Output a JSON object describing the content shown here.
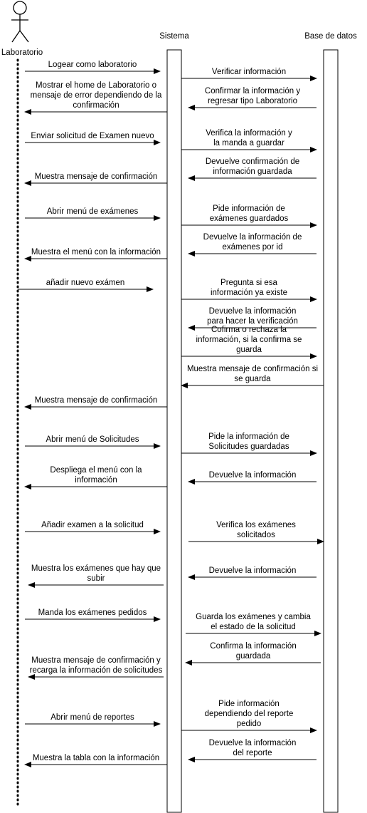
{
  "actors": {
    "lab": "Laboratorio",
    "sys": "Sistema",
    "db": "Base de datos"
  },
  "messages": [
    {
      "from": "lab",
      "to": "sys",
      "lines": [
        "Logear como laboratorio"
      ]
    },
    {
      "from": "sys",
      "to": "db",
      "lines": [
        "Verificar información"
      ]
    },
    {
      "from": "db",
      "to": "sys",
      "lines": [
        "Confirmar la información y",
        "regresar tipo Laboratorio"
      ]
    },
    {
      "from": "sys",
      "to": "lab",
      "lines": [
        "Mostrar el home de Laboratorio o",
        "mensaje de error dependiendo de la",
        "confirmación"
      ]
    },
    {
      "from": "lab",
      "to": "sys",
      "lines": [
        "Enviar solicitud de Examen nuevo"
      ]
    },
    {
      "from": "sys",
      "to": "db",
      "lines": [
        "Verifica la información y",
        "la manda a guardar"
      ]
    },
    {
      "from": "db",
      "to": "sys",
      "lines": [
        "Devuelve confirmación de",
        "información guardada"
      ]
    },
    {
      "from": "sys",
      "to": "lab",
      "lines": [
        "Muestra mensaje de confirmación"
      ]
    },
    {
      "from": "lab",
      "to": "sys",
      "lines": [
        "Abrir menú de exámenes"
      ]
    },
    {
      "from": "sys",
      "to": "db",
      "lines": [
        "Pide información de",
        "exámenes guardados"
      ]
    },
    {
      "from": "db",
      "to": "sys",
      "lines": [
        "Devuelve la información de",
        "exámenes por id"
      ]
    },
    {
      "from": "sys",
      "to": "lab",
      "lines": [
        "Muestra el menú con la información"
      ]
    },
    {
      "from": "lab",
      "to": "sys",
      "lines": [
        "añadir nuevo exámen"
      ]
    },
    {
      "from": "sys",
      "to": "db",
      "lines": [
        "Pregunta si esa",
        "información ya existe"
      ]
    },
    {
      "from": "db",
      "to": "sys",
      "lines": [
        "Devuelve la información",
        "para hacer la verificación"
      ]
    },
    {
      "from": "sys",
      "to": "db",
      "lines": [
        "Cofirma o rechaza la",
        "información, si la confirma se",
        "guarda"
      ]
    },
    {
      "from": "db",
      "to": "sys",
      "lines": [
        "Muestra mensaje de confirmación si",
        "se guarda"
      ]
    },
    {
      "from": "sys",
      "to": "lab",
      "lines": [
        "Muestra mensaje de confirmación"
      ]
    },
    {
      "from": "lab",
      "to": "sys",
      "lines": [
        "Abrir menú de Solicitudes"
      ]
    },
    {
      "from": "sys",
      "to": "db",
      "lines": [
        "Pide la información de",
        "Solicitudes guardadas"
      ]
    },
    {
      "from": "db",
      "to": "sys",
      "lines": [
        "Devuelve la información"
      ]
    },
    {
      "from": "sys",
      "to": "lab",
      "lines": [
        "Despliega el menú con la",
        "información"
      ]
    },
    {
      "from": "lab",
      "to": "sys",
      "lines": [
        "Añadir examen a la solicitud"
      ]
    },
    {
      "from": "sys",
      "to": "db",
      "lines": [
        "Verifica los exámenes",
        "solicitados"
      ]
    },
    {
      "from": "db",
      "to": "sys",
      "lines": [
        "Devuelve la información"
      ]
    },
    {
      "from": "sys",
      "to": "lab",
      "lines": [
        "Muestra los exámenes que hay que",
        "subir"
      ]
    },
    {
      "from": "lab",
      "to": "sys",
      "lines": [
        "Manda los exámenes pedidos"
      ]
    },
    {
      "from": "sys",
      "to": "db",
      "lines": [
        "Guarda los exámenes y cambia",
        "el estado de la solicitud"
      ]
    },
    {
      "from": "db",
      "to": "sys",
      "lines": [
        "Confirma la información",
        "guardada"
      ]
    },
    {
      "from": "sys",
      "to": "lab",
      "lines": [
        "Muestra mensaje de confirmación y",
        "recarga la información de solicitudes"
      ]
    },
    {
      "from": "lab",
      "to": "sys",
      "lines": [
        "Abrir menú de reportes"
      ]
    },
    {
      "from": "sys",
      "to": "db",
      "lines": [
        "Pide información",
        "dependiendo del reporte",
        "pedido"
      ]
    },
    {
      "from": "db",
      "to": "sys",
      "lines": [
        "Devuelve la información",
        "del reporte"
      ]
    },
    {
      "from": "sys",
      "to": "lab",
      "lines": [
        "Muestra la tabla con la información"
      ]
    }
  ]
}
